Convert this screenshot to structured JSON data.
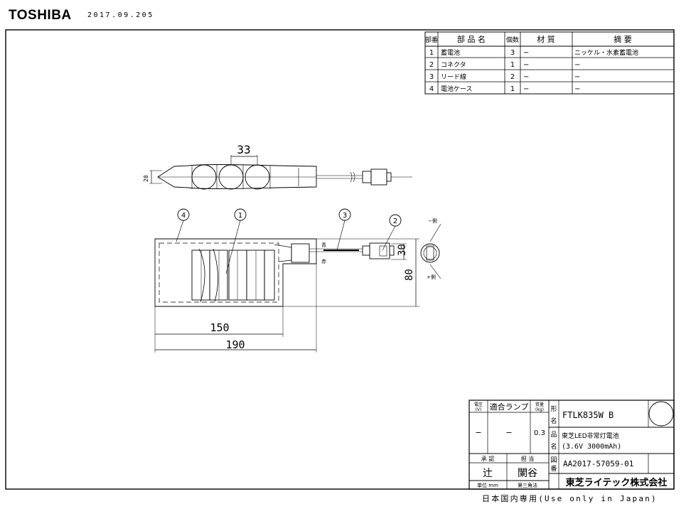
{
  "header": {
    "brand": "TOSHIBA",
    "date": "2017.09.205"
  },
  "parts_table": {
    "headers": [
      "部番",
      "部 品 名",
      "個数",
      "材 質",
      "摘 要"
    ],
    "rows": [
      [
        "1",
        "蓄電池",
        "3",
        "−",
        "ニッケル・水素蓄電池"
      ],
      [
        "2",
        "コネクタ",
        "1",
        "−",
        "−"
      ],
      [
        "3",
        "リード線",
        "2",
        "−",
        "−"
      ],
      [
        "4",
        "電池ケース",
        "1",
        "−",
        "−"
      ]
    ]
  },
  "drawing": {
    "dims": {
      "pitch": "33",
      "thickness": "28",
      "conn_height": "30",
      "height": "80",
      "width_inner": "150",
      "width_total": "190"
    },
    "callouts": [
      "4",
      "1",
      "3",
      "2"
    ],
    "wire_labels": {
      "blue": "青",
      "red": "赤"
    },
    "polarity": {
      "minus": "−側",
      "plus": "+側"
    }
  },
  "title_block": {
    "voltage_label": "電圧\n(V)",
    "lamp_label": "適合ランプ",
    "mass_label": "質量\n(kg)",
    "voltage_value": "−",
    "lamp_value": "−",
    "mass_value": "0.3",
    "model_label": "形\n名",
    "model_value": "FTLK835W B",
    "product_label": "品\n名",
    "product_line1": "東芝LED非常灯電池",
    "product_line2": "(3.6V 3000mAh)",
    "approve_label": "承 認",
    "charge_label": "担 当",
    "approve_value": "辻",
    "charge_value": "闌谷",
    "drawing_no_label": "図\n番",
    "drawing_no": "AA2017-57059-01",
    "unit_label": "単位 mm",
    "projection_label": "第三角法",
    "company": "東芝ライテック株式会社"
  },
  "footer": {
    "note": "日本国内専用(Use only in Japan)"
  }
}
